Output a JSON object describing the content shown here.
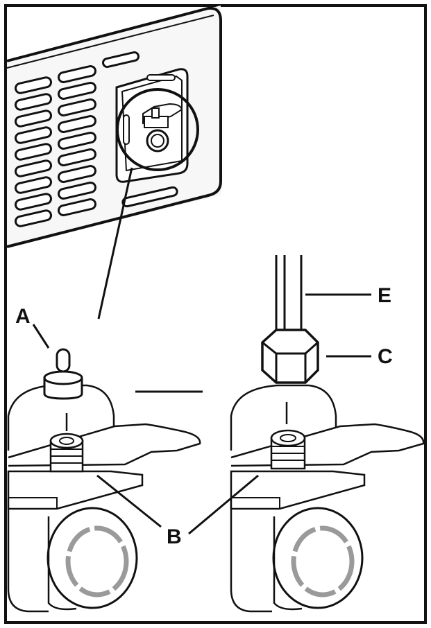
{
  "figure": {
    "labels": {
      "a": "A",
      "b": "B",
      "c": "C",
      "e": "E"
    },
    "colors": {
      "ink": "#111111",
      "paper": "#ffffff",
      "panel": "#f7f7f7",
      "shade": "#9a9a9a"
    }
  }
}
